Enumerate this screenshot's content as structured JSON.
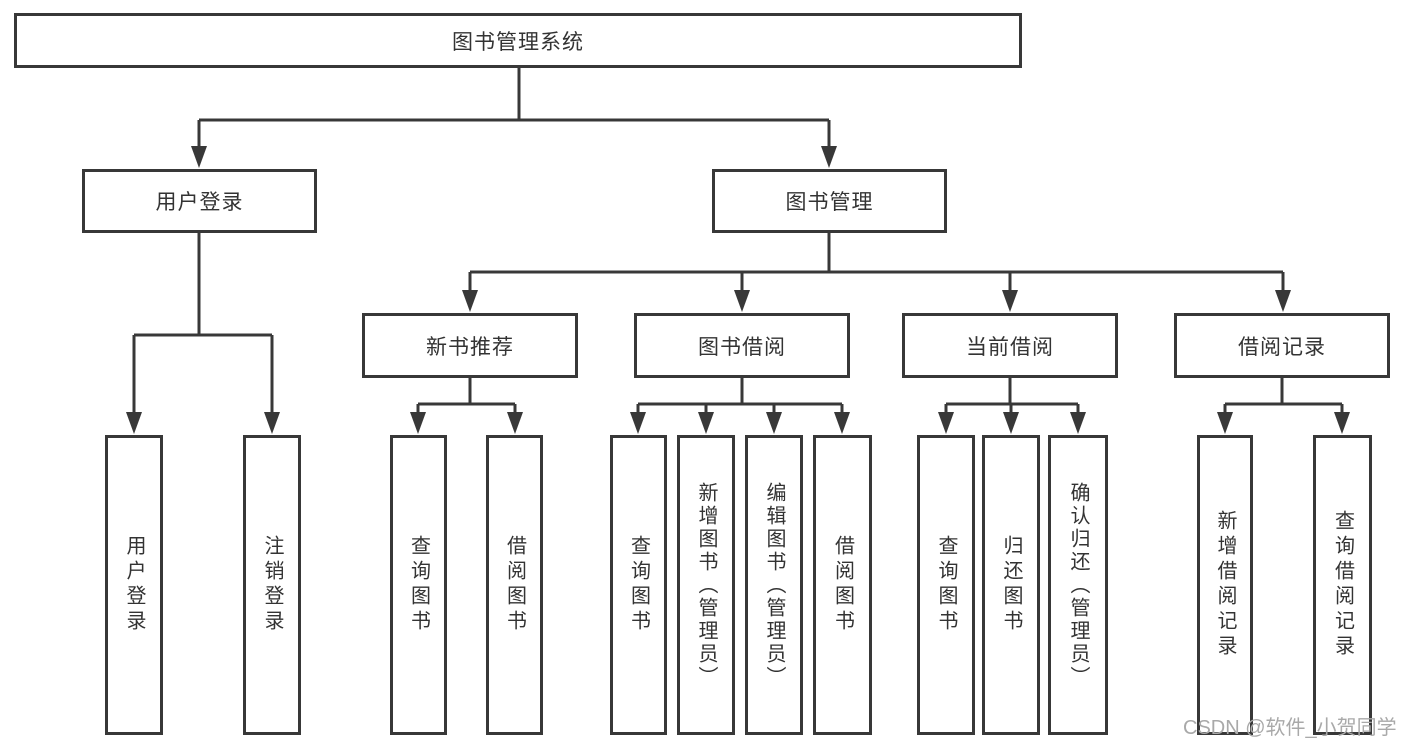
{
  "nodes": {
    "root": "图书管理系统",
    "user_login": "用户登录",
    "book_management": "图书管理",
    "user_login_leaf": "用户登录",
    "logout_leaf": "注销登录",
    "new_book_recommend": "新书推荐",
    "book_borrowing": "图书借阅",
    "current_borrowing": "当前借阅",
    "borrowing_records": "借阅记录",
    "recommend_query_books": "查询图书",
    "recommend_borrow_books": "借阅图书",
    "borrowing_query_books": "查询图书",
    "borrowing_add_books": "新增图书（管理员）",
    "borrowing_edit_books": "编辑图书（管理员）",
    "borrowing_borrow_books": "借阅图书",
    "current_query_books": "查询图书",
    "current_return_books": "归还图书",
    "current_confirm_return": "确认归还（管理员）",
    "records_add_record": "新增借阅记录",
    "records_query_record": "查询借阅记录"
  },
  "watermark": "CSDN @软件_小贺同学",
  "colors": {
    "line": "#383838",
    "text": "#333333",
    "box_bg": "#ffffff",
    "watermark": "#a9a9a9",
    "background": "#ffffff"
  }
}
